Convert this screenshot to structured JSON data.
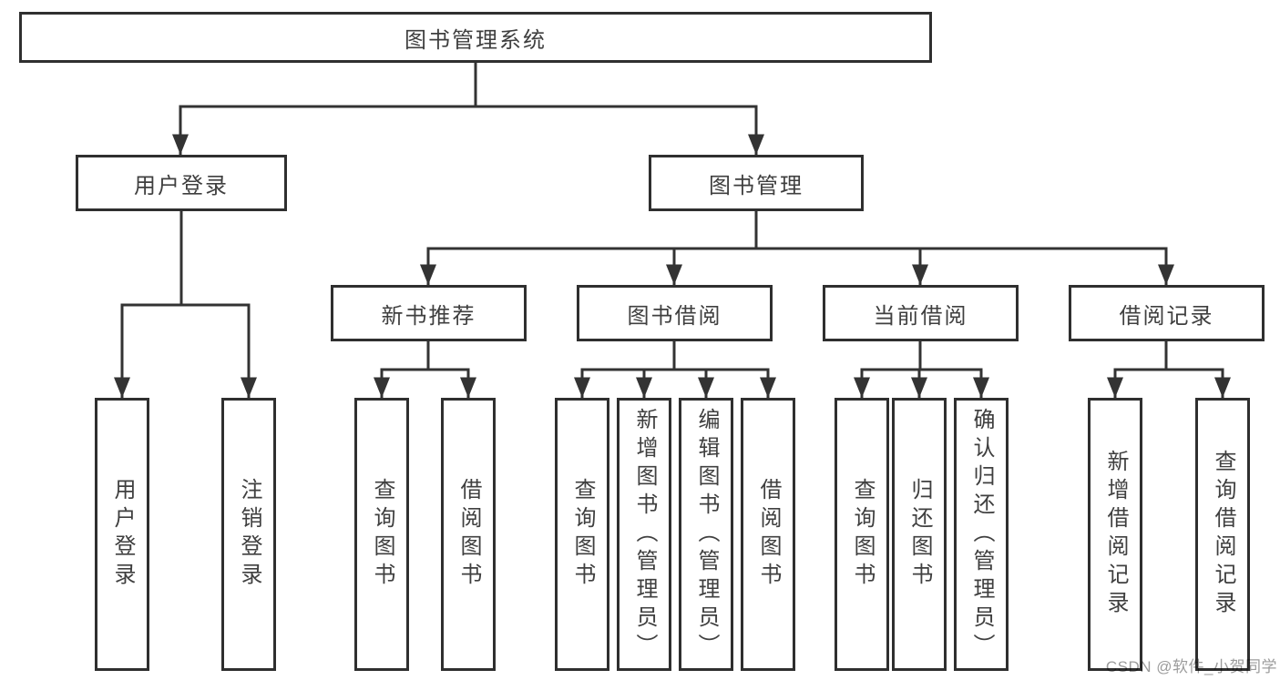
{
  "diagram": {
    "root": {
      "label": "图书管理系统"
    },
    "level2": [
      {
        "label": "用户登录",
        "children": [
          {
            "label": "用户登录"
          },
          {
            "label": "注销登录"
          }
        ]
      },
      {
        "label": "图书管理"
      }
    ],
    "level3": [
      {
        "label": "新书推荐",
        "children": [
          {
            "label": "查询图书"
          },
          {
            "label": "借阅图书"
          }
        ]
      },
      {
        "label": "图书借阅",
        "children": [
          {
            "label": "查询图书"
          },
          {
            "label": "新增图书（管理员）"
          },
          {
            "label": "编辑图书（管理员）"
          },
          {
            "label": "借阅图书"
          }
        ]
      },
      {
        "label": "当前借阅",
        "children": [
          {
            "label": "查询图书"
          },
          {
            "label": "归还图书"
          },
          {
            "label": "确认归还（管理员）"
          }
        ]
      },
      {
        "label": "借阅记录",
        "children": [
          {
            "label": "新增借阅记录"
          },
          {
            "label": "查询借阅记录"
          }
        ]
      }
    ]
  },
  "watermark": {
    "text": "CSDN @软件_小贺同学"
  },
  "colors": {
    "line": "#333333",
    "border": "#2f2f2f",
    "text": "#3f3f3f",
    "background": "#ffffff",
    "watermark": "#9c9c9c"
  }
}
